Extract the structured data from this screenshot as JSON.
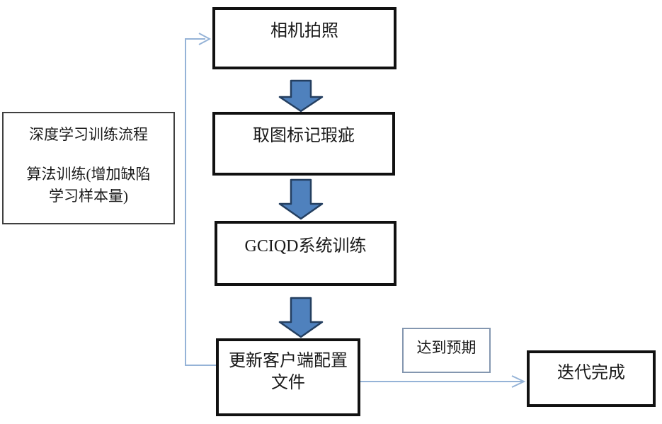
{
  "diagram": {
    "type": "flowchart",
    "nodes": {
      "camera": {
        "label": "相机拍照"
      },
      "mark_defects": {
        "label": "取图标记瑕疵"
      },
      "system_training": {
        "label": "GCIQD系统训练"
      },
      "update_config": {
        "line1": "更新客户端配置",
        "line2": "文件"
      },
      "process_note": {
        "line1": "深度学习训练流程",
        "line2": "算法训练(增加缺陷",
        "line3": "学习样本量)"
      },
      "expectation": {
        "label": "达到预期"
      },
      "iteration_done": {
        "label": "迭代完成"
      }
    },
    "colors": {
      "background": "#ffffff",
      "text": "#1a1a1a",
      "box_border": "#111111",
      "panel_border": "#404040",
      "expect_border": "#8497b0",
      "connector": "#95b3d7",
      "block_arrow_fill": "#4f81bd",
      "block_arrow_border": "#243f60"
    }
  }
}
